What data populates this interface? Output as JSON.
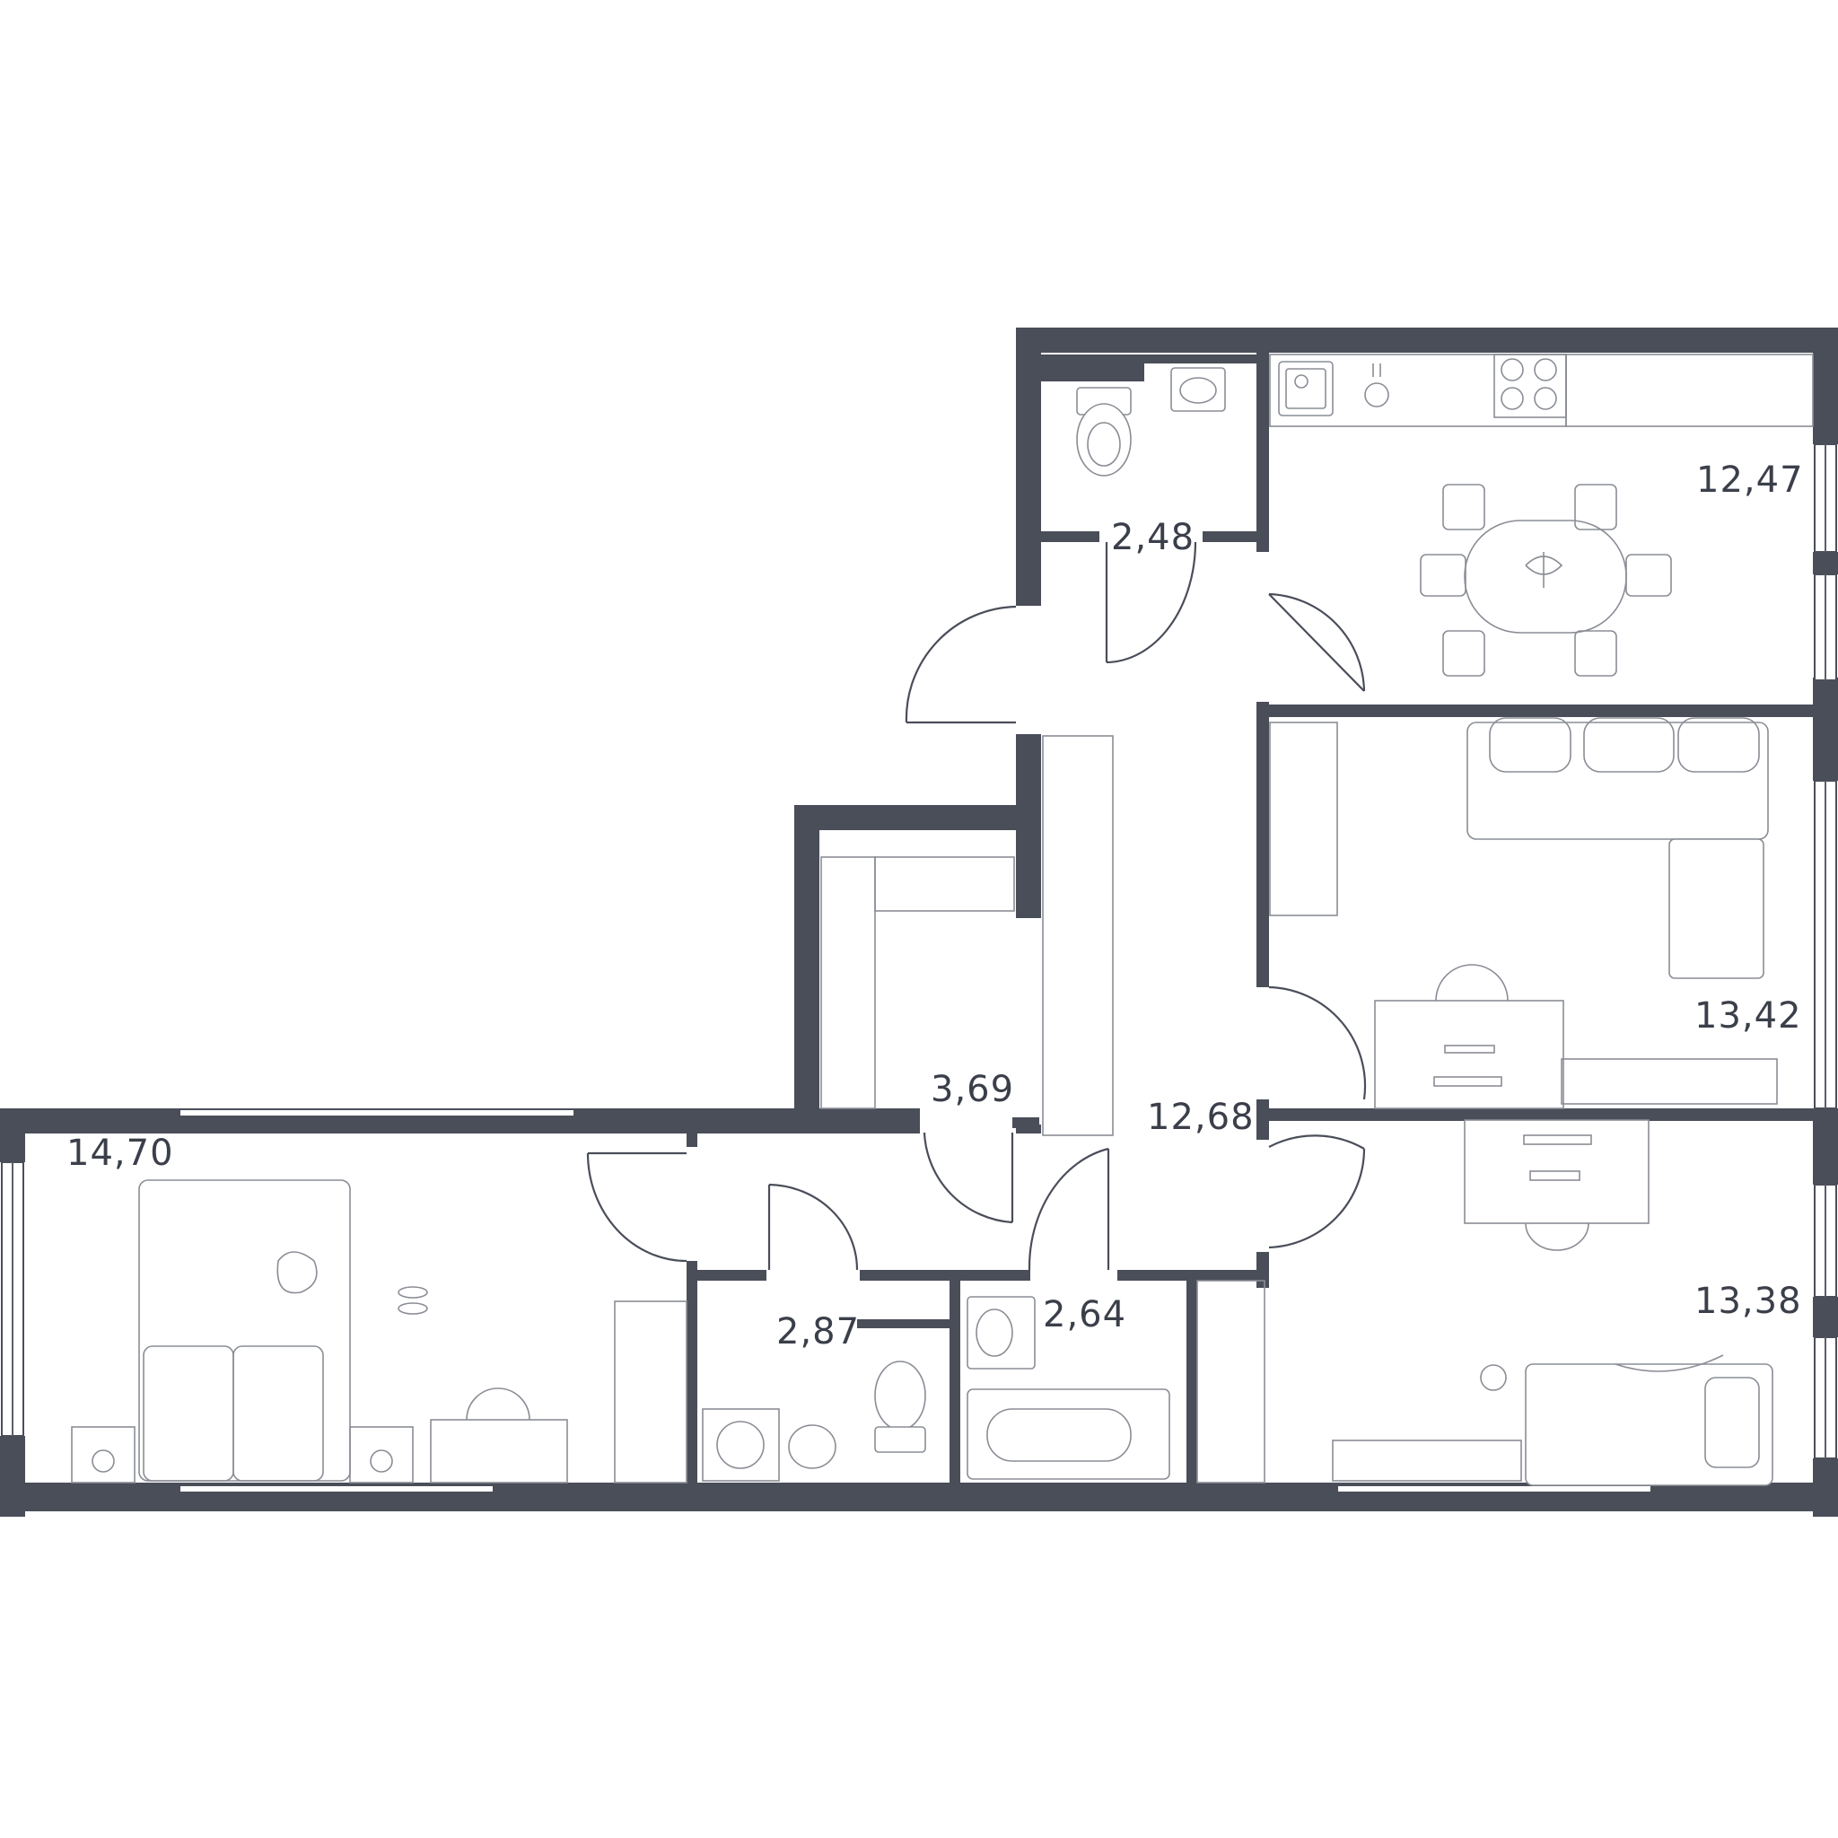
{
  "plan": {
    "colors": {
      "wall": "#4a4e59",
      "furniture": "#8a8d95",
      "label": "#3b3f4a"
    },
    "rooms": [
      {
        "id": "wc",
        "area": "2,48"
      },
      {
        "id": "kitchen",
        "area": "12,47"
      },
      {
        "id": "living",
        "area": "13,42"
      },
      {
        "id": "wardrobe",
        "area": "3,69"
      },
      {
        "id": "hall",
        "area": "12,68"
      },
      {
        "id": "bedroom-left",
        "area": "14,70"
      },
      {
        "id": "laundry-bath",
        "area": "2,87"
      },
      {
        "id": "bathroom",
        "area": "2,64"
      },
      {
        "id": "bedroom-right",
        "area": "13,38"
      }
    ],
    "icons": [
      "toilet-icon",
      "sink-icon",
      "stove-icon",
      "dining-table-icon",
      "sofa-icon",
      "desk-icon",
      "monitor-icon",
      "bed-icon",
      "cat-icon",
      "bathtub-icon",
      "washing-machine-icon",
      "football-icon",
      "wardrobe-icon",
      "door-swing-icon",
      "window-icon"
    ]
  }
}
